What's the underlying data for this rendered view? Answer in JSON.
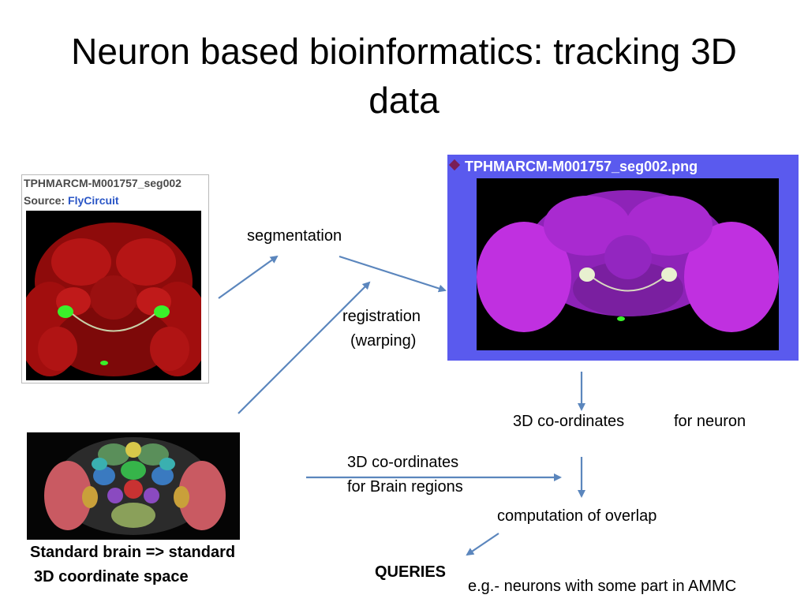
{
  "slide": {
    "title": "Neuron based bioinformatics: tracking 3D data"
  },
  "flycircuit_panel": {
    "header": "TPHMARCM-M001757_seg002",
    "source_prefix": "Source: ",
    "source_link": "FlyCircuit"
  },
  "registered_panel": {
    "header": "TPHMARCM-M001757_seg002.png"
  },
  "labels": {
    "segmentation": "segmentation",
    "registration": "registration",
    "warping": "(warping)",
    "coords_neuron_a": "3D co-ordinates",
    "coords_neuron_b": "for neuron",
    "coords_regions_a": "3D co-ordinates",
    "coords_regions_b": "for Brain regions",
    "overlap": "computation of overlap",
    "standard_brain_a": "Standard brain => standard",
    "standard_brain_b": "3D coordinate space",
    "queries": "QUERIES",
    "example": "e.g.- neurons with some part in AMMC"
  },
  "colors": {
    "arrow": "#5b86bd",
    "stain_red": "#b01010",
    "neuron_green": "#33ee22",
    "registered_magenta": "#c030e0",
    "panel_blue": "#5a5aee"
  }
}
